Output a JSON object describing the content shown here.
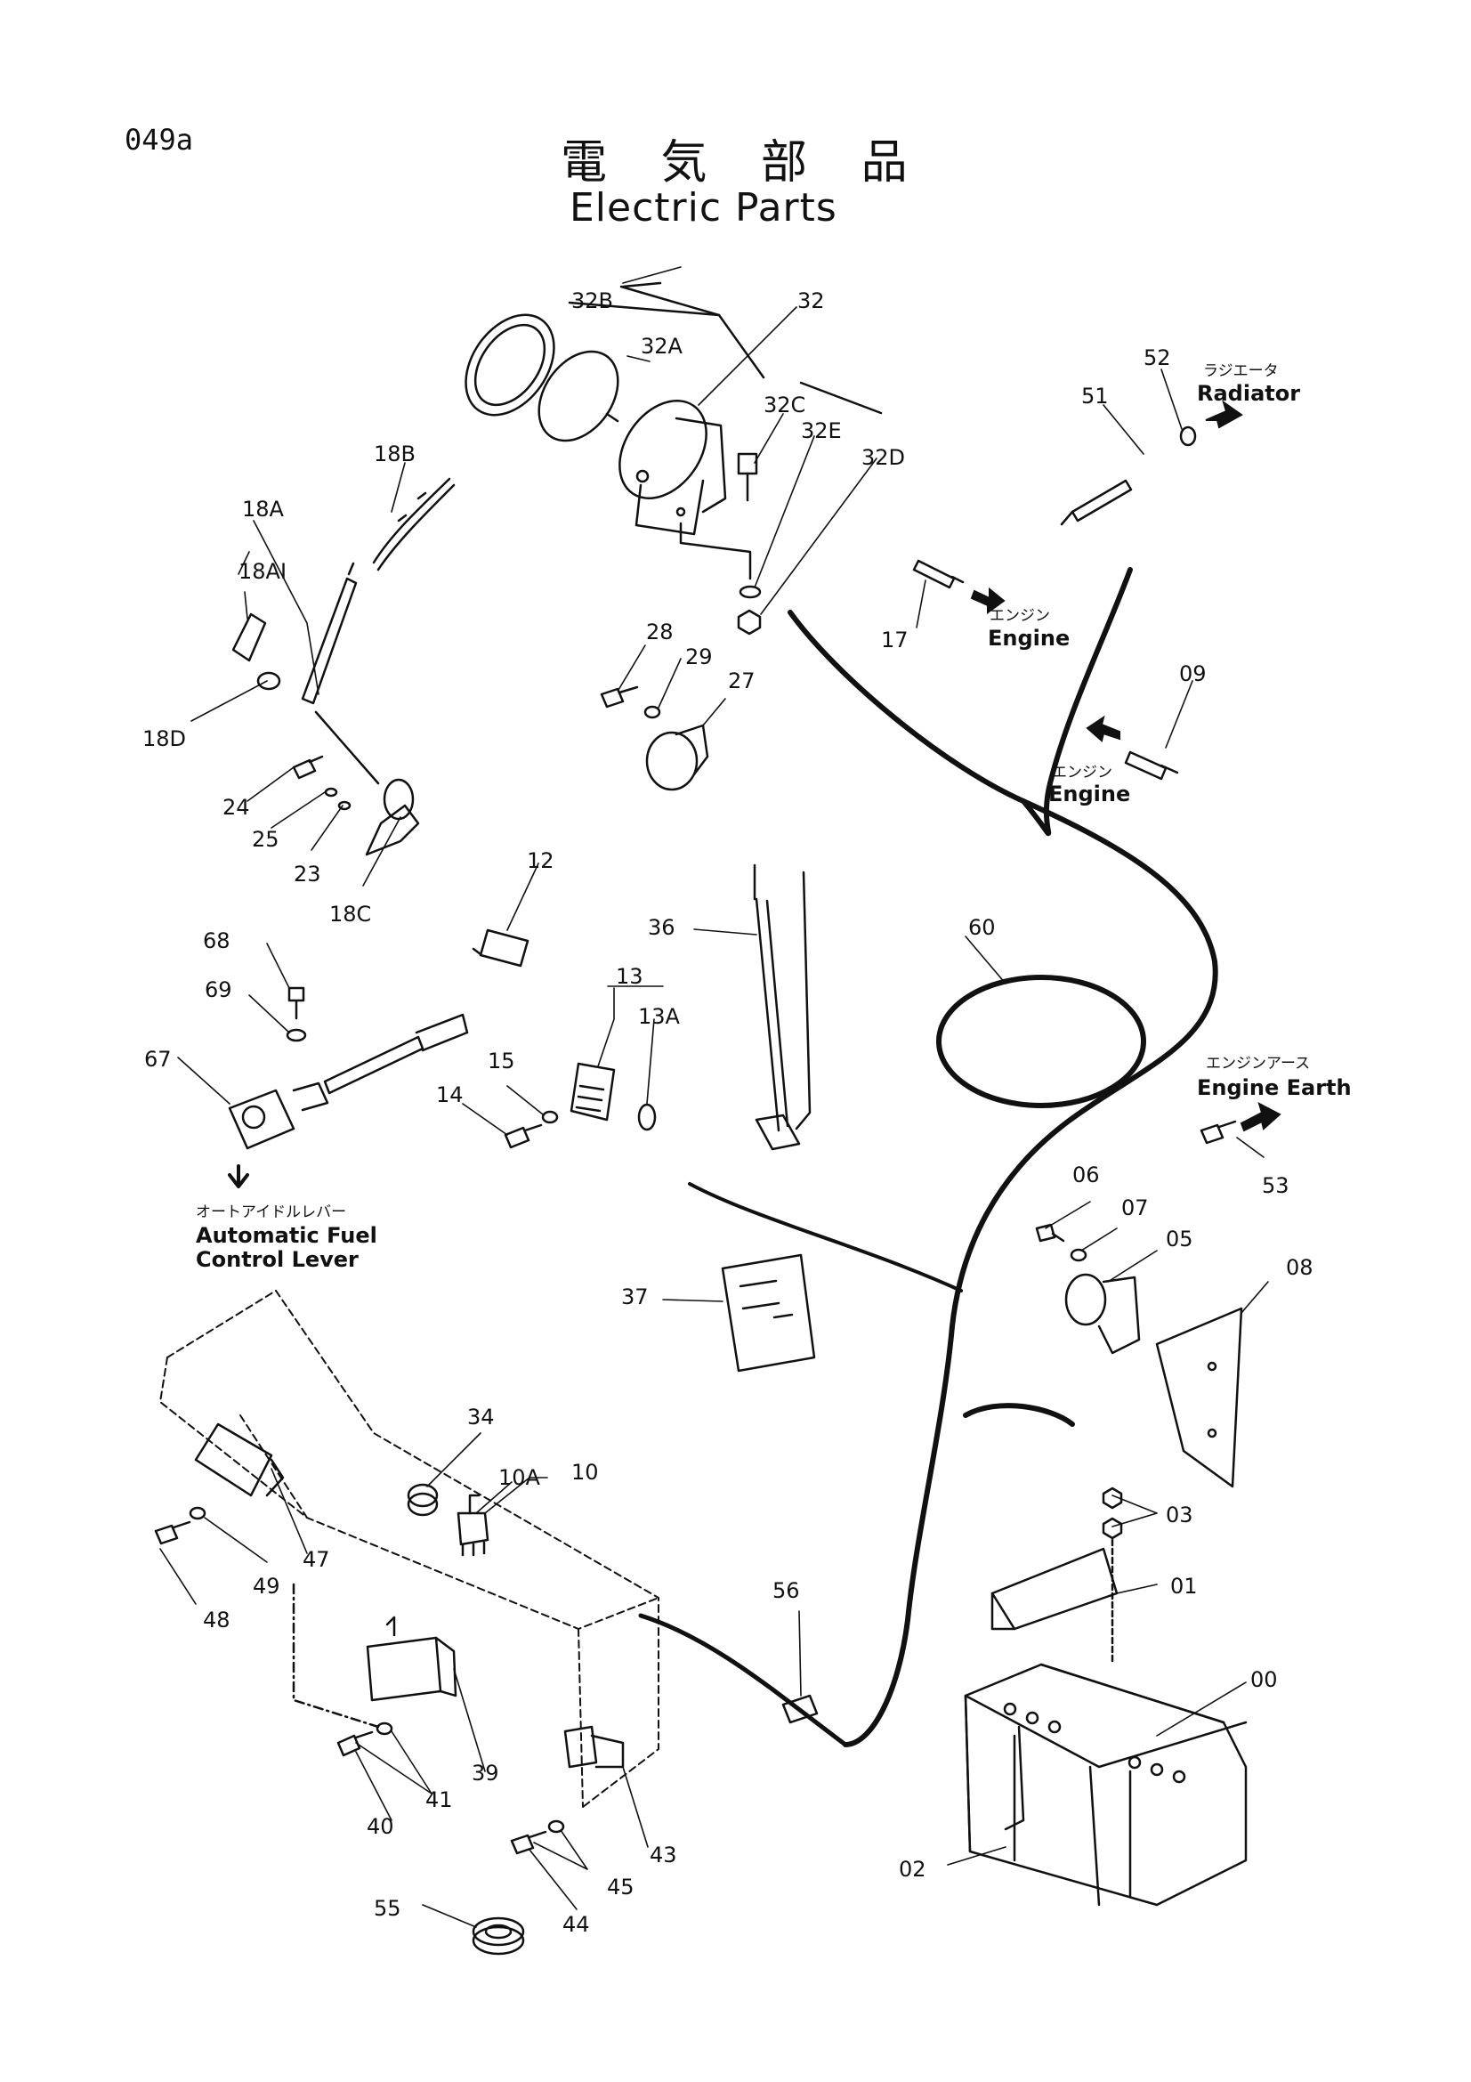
{
  "page": {
    "code": "049a",
    "title_jp": "電 気 部 品",
    "title_en": "Electric Parts"
  },
  "parts": [
    {
      "id": "32B"
    },
    {
      "id": "32"
    },
    {
      "id": "32A"
    },
    {
      "id": "32C"
    },
    {
      "id": "32E"
    },
    {
      "id": "32D"
    },
    {
      "id": "52"
    },
    {
      "id": "51"
    },
    {
      "id": "18B"
    },
    {
      "id": "18A"
    },
    {
      "id": "18AI"
    },
    {
      "id": "18D"
    },
    {
      "id": "28"
    },
    {
      "id": "29"
    },
    {
      "id": "27"
    },
    {
      "id": "17"
    },
    {
      "id": "09"
    },
    {
      "id": "24"
    },
    {
      "id": "25"
    },
    {
      "id": "23"
    },
    {
      "id": "18C"
    },
    {
      "id": "12"
    },
    {
      "id": "36"
    },
    {
      "id": "60"
    },
    {
      "id": "68"
    },
    {
      "id": "69"
    },
    {
      "id": "67"
    },
    {
      "id": "13"
    },
    {
      "id": "13A"
    },
    {
      "id": "15"
    },
    {
      "id": "14"
    },
    {
      "id": "53"
    },
    {
      "id": "06"
    },
    {
      "id": "07"
    },
    {
      "id": "05"
    },
    {
      "id": "08"
    },
    {
      "id": "37"
    },
    {
      "id": "34"
    },
    {
      "id": "10A"
    },
    {
      "id": "10"
    },
    {
      "id": "47"
    },
    {
      "id": "49"
    },
    {
      "id": "48"
    },
    {
      "id": "03"
    },
    {
      "id": "01"
    },
    {
      "id": "56"
    },
    {
      "id": "00"
    },
    {
      "id": "39"
    },
    {
      "id": "41"
    },
    {
      "id": "40"
    },
    {
      "id": "43"
    },
    {
      "id": "45"
    },
    {
      "id": "44"
    },
    {
      "id": "02"
    },
    {
      "id": "55"
    }
  ],
  "annotations": {
    "radiator": {
      "jp": "ラジエータ",
      "en": "Radiator"
    },
    "engine1": {
      "jp": "エンジン",
      "en": "Engine"
    },
    "engine2": {
      "jp": "エンジン",
      "en": "Engine"
    },
    "engine_earth": {
      "jp": "エンジンアース",
      "en": "Engine Earth"
    },
    "auto_fuel": {
      "jp": "オートアイドルレバー",
      "en_line1": "Automatic Fuel",
      "en_line2": "Control Lever"
    }
  }
}
